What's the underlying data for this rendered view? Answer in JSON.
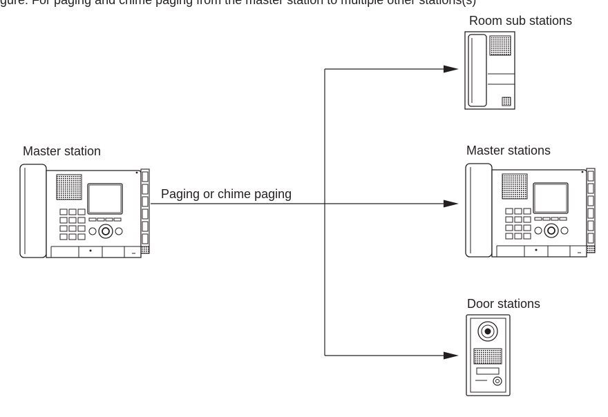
{
  "header": {
    "partial_text": "gure: For paging and chime paging from the master station to multiple other stations(s)"
  },
  "nodes": {
    "source": {
      "label": "Master station",
      "icon": "master-station-icon"
    },
    "room_sub": {
      "label": "Room sub stations",
      "icon": "room-sub-station-icon"
    },
    "masters": {
      "label": "Master stations",
      "icon": "master-station-icon"
    },
    "door": {
      "label": "Door stations",
      "icon": "door-station-icon"
    }
  },
  "edge": {
    "label": "Paging or chime paging"
  },
  "colors": {
    "line": "#231f20",
    "fill": "#ffffff"
  }
}
